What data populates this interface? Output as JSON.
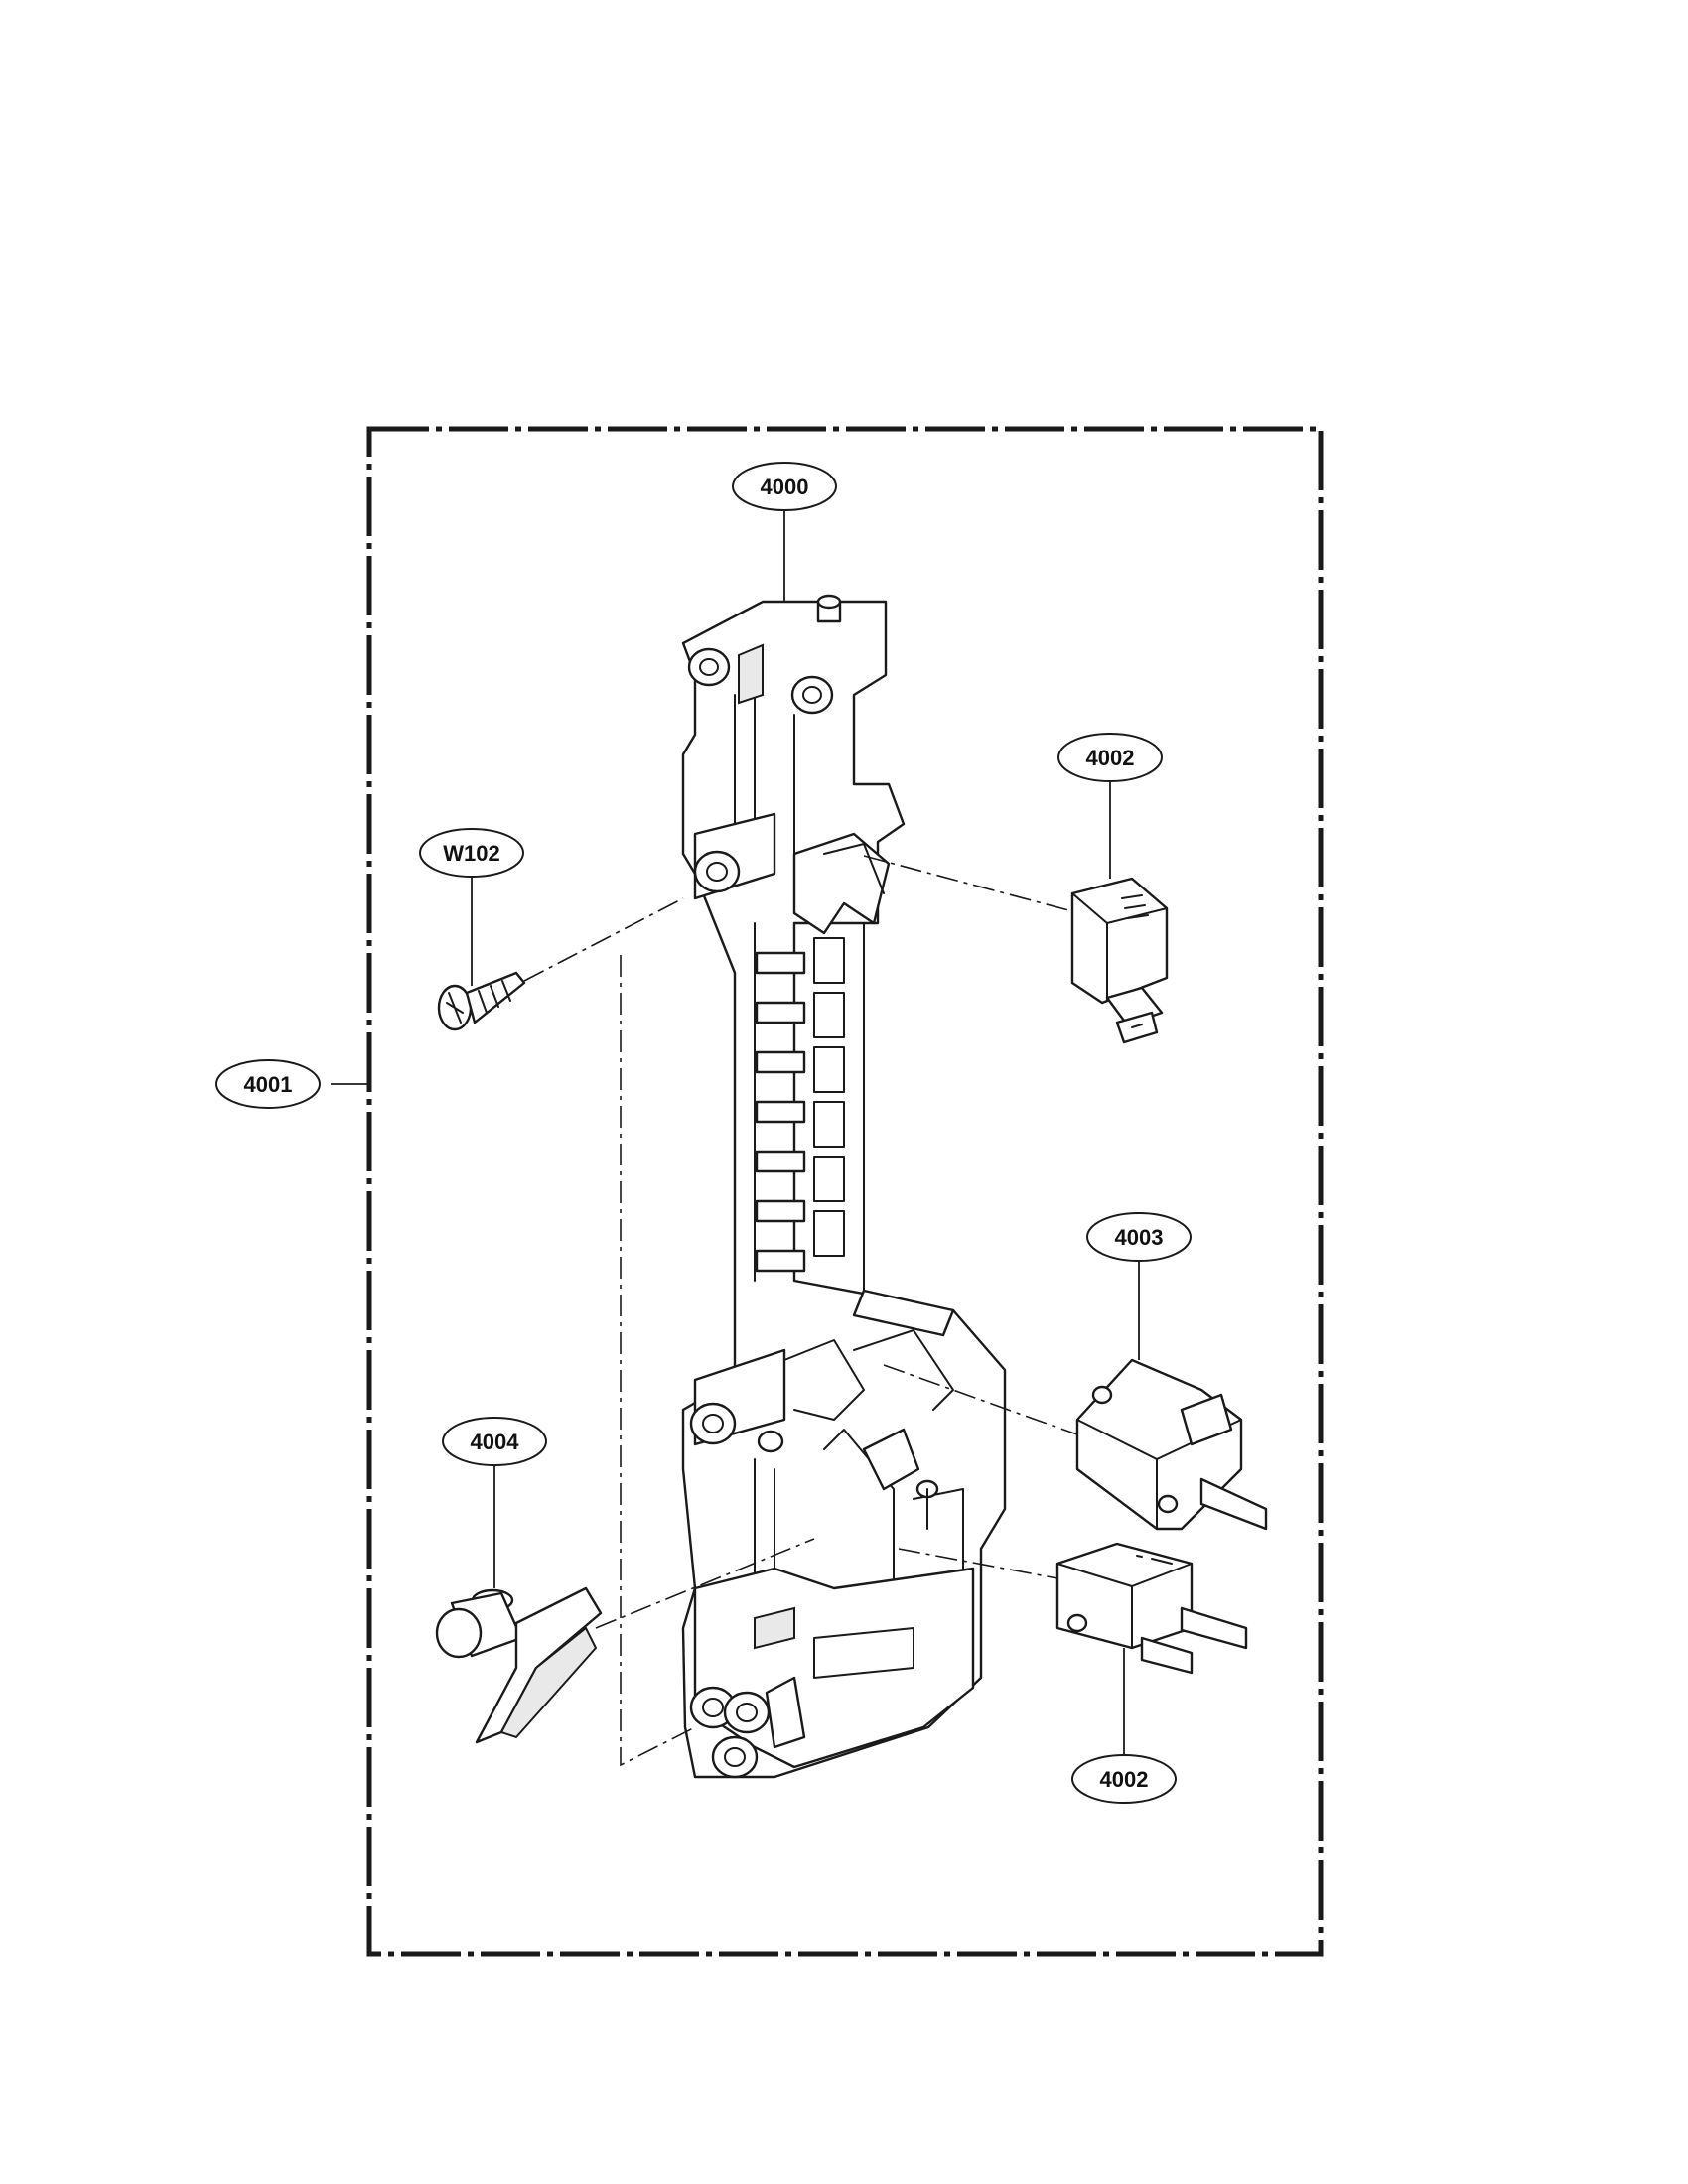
{
  "callouts": {
    "latch_board": "4000",
    "latch_board_assembly": "4001",
    "switch_upper": "4002",
    "switch_middle": "4003",
    "switch_lower": "4002",
    "lever": "4004",
    "screw": "W102"
  }
}
